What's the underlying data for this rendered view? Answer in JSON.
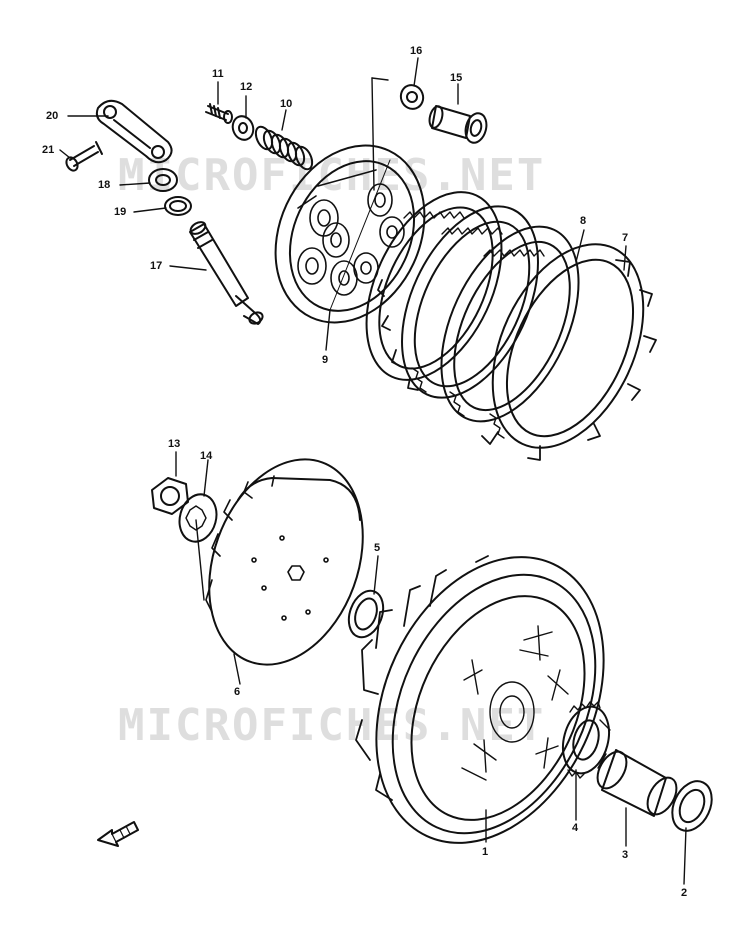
{
  "watermark": "MICROFICHES.NET",
  "parts": [
    {
      "id": "1",
      "label": "1"
    },
    {
      "id": "2",
      "label": "2"
    },
    {
      "id": "3",
      "label": "3"
    },
    {
      "id": "4",
      "label": "4"
    },
    {
      "id": "5",
      "label": "5"
    },
    {
      "id": "6",
      "label": "6"
    },
    {
      "id": "7",
      "label": "7"
    },
    {
      "id": "8",
      "label": "8"
    },
    {
      "id": "9",
      "label": "9"
    },
    {
      "id": "10",
      "label": "10"
    },
    {
      "id": "11",
      "label": "11"
    },
    {
      "id": "12",
      "label": "12"
    },
    {
      "id": "13",
      "label": "13"
    },
    {
      "id": "14",
      "label": "14"
    },
    {
      "id": "15",
      "label": "15"
    },
    {
      "id": "16",
      "label": "16"
    },
    {
      "id": "17",
      "label": "17"
    },
    {
      "id": "18",
      "label": "18"
    },
    {
      "id": "19",
      "label": "19"
    },
    {
      "id": "20",
      "label": "20"
    },
    {
      "id": "21",
      "label": "21"
    }
  ],
  "colors": {
    "ink": "#111111",
    "paper": "#ffffff",
    "watermark": "#a0a0a0"
  }
}
